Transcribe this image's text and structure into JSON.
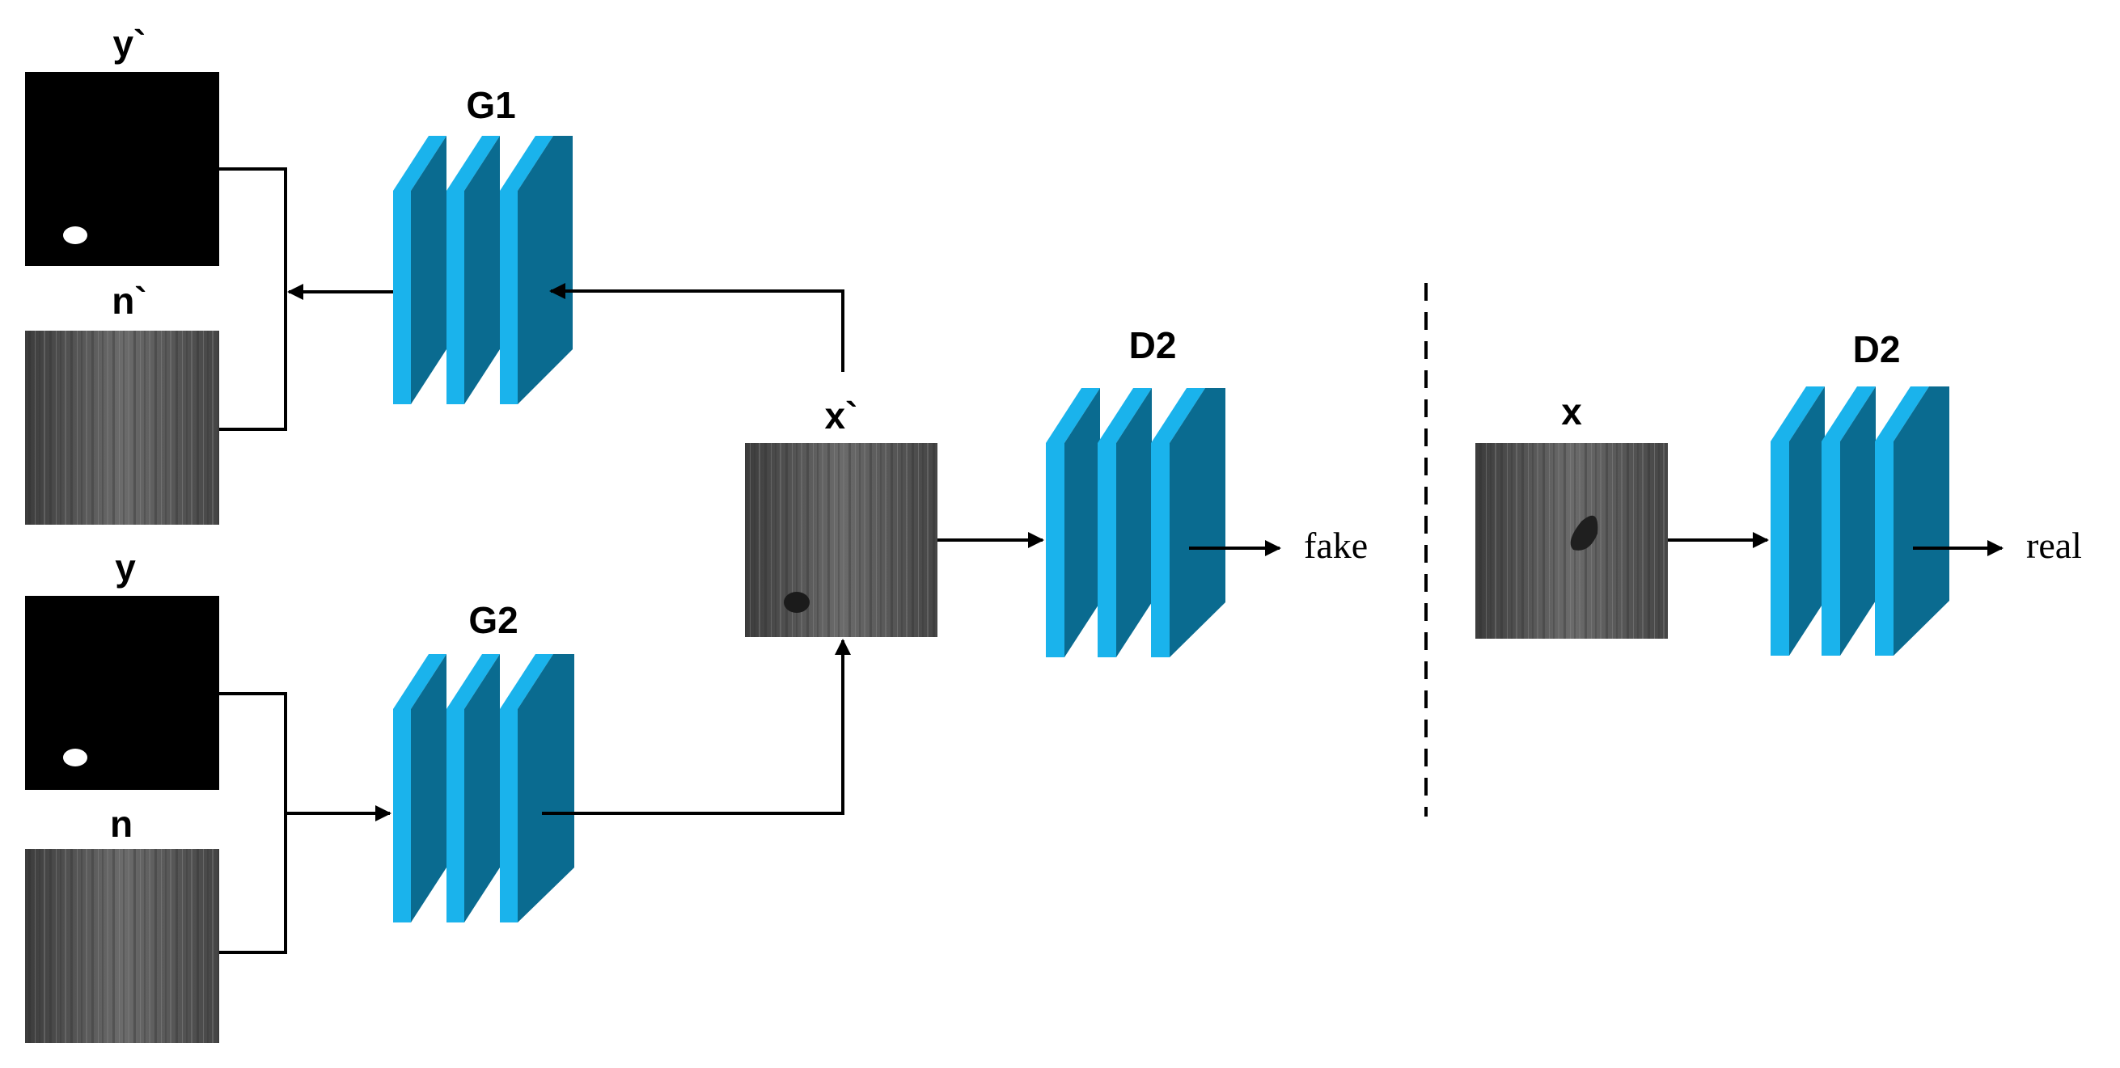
{
  "labels": {
    "y_prime": "y`",
    "n_prime": "n`",
    "y": "y",
    "n": "n",
    "x_prime": "x`",
    "x": "x",
    "g1": "G1",
    "g2": "G2",
    "d2_left": "D2",
    "d2_right": "D2"
  },
  "outputs": {
    "fake": "fake",
    "real": "real"
  },
  "colors": {
    "block_front": "#0a6b90",
    "block_side": "#1ab3ec",
    "mask_bg": "#000000",
    "mask_blob": "#ffffff",
    "wire": "#000000"
  }
}
